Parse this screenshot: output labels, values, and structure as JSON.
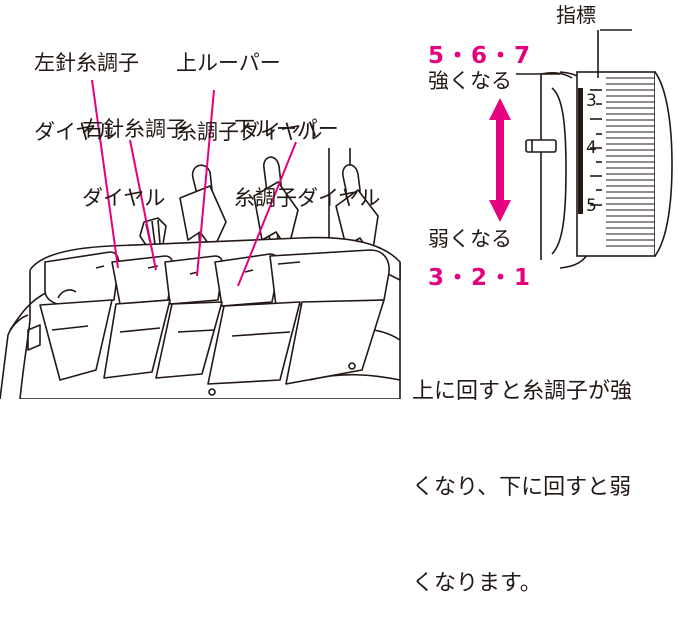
{
  "labels": {
    "left_needle": [
      "左針糸調子",
      "ダイヤル"
    ],
    "right_needle": [
      "右針糸調子",
      "ダイヤル"
    ],
    "upper_looper": [
      "上ルーパー",
      "糸調子ダイヤル"
    ],
    "lower_looper": [
      "下ルーパー",
      "糸調子ダイヤル"
    ]
  },
  "indicator": "指標",
  "stronger_numbers": "5・6・7",
  "stronger_text": "強くなる",
  "weaker_text": "弱くなる",
  "weaker_numbers": "3・2・1",
  "dial_numbers": [
    "3",
    "4",
    "5"
  ],
  "note_lines": [
    "上に回すと糸調子が強",
    "くなり、下に回すと弱",
    "くなります。"
  ],
  "colors": {
    "accent": "#e4007f",
    "ink": "#231815"
  }
}
